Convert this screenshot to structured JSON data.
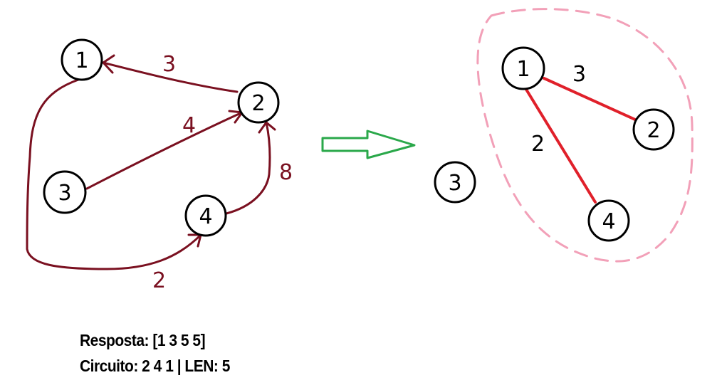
{
  "left_graph": {
    "nodes": [
      "1",
      "2",
      "3",
      "4"
    ],
    "edges": [
      {
        "from": "2",
        "to": "1",
        "weight": "3"
      },
      {
        "from": "3",
        "to": "2",
        "weight": "4"
      },
      {
        "from": "4",
        "to": "2",
        "weight": "8"
      },
      {
        "from": "1",
        "to": "4",
        "weight": "2"
      }
    ]
  },
  "right_graph": {
    "nodes": [
      "1",
      "2",
      "3",
      "4"
    ],
    "edges": [
      {
        "from": "1",
        "to": "2",
        "weight": "3"
      },
      {
        "from": "1",
        "to": "4",
        "weight": "2"
      }
    ]
  },
  "colors": {
    "left_edges": "#7a1020",
    "right_edges": "#e0202a",
    "arrow": "#2aa84a",
    "cluster_outline": "#f2a0b8"
  },
  "footer": {
    "answer": "Resposta: [1 3 5 5]",
    "circuit": "Circuito: 2 4 1 | LEN: 5"
  }
}
